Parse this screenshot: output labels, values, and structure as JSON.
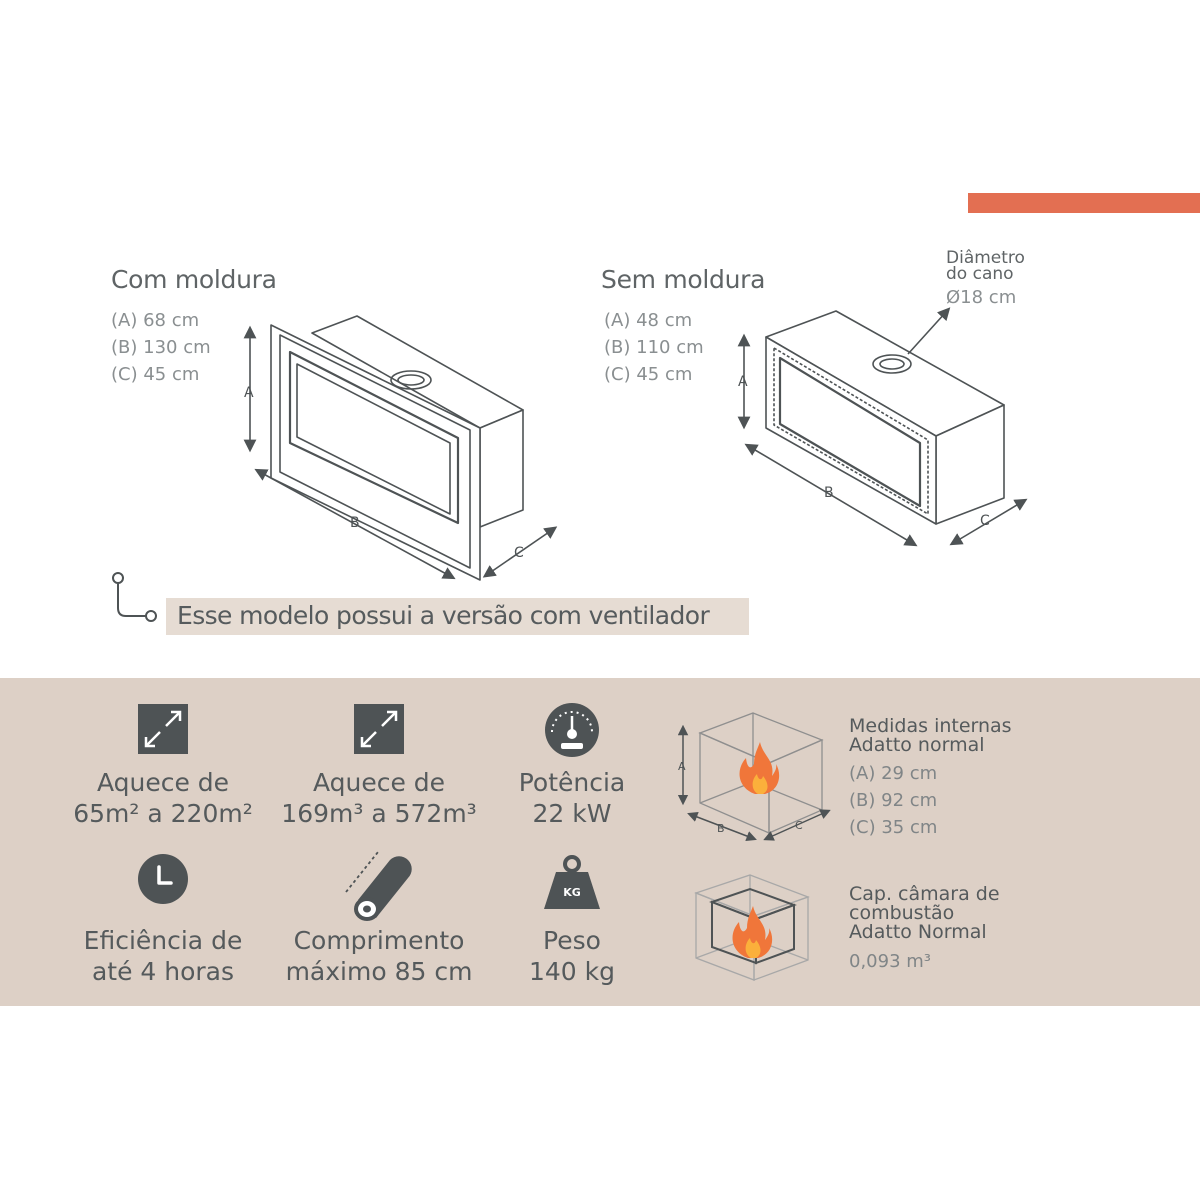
{
  "com_moldura": {
    "title": "Com moldura",
    "dims": [
      "(A) 68 cm",
      "(B) 130 cm",
      "(C) 45 cm"
    ]
  },
  "sem_moldura": {
    "title": "Sem moldura",
    "dims": [
      "(A) 48 cm",
      "(B) 110 cm",
      "(C) 45 cm"
    ]
  },
  "diagram_labels": {
    "a": "A",
    "b": "B",
    "c": "C"
  },
  "pipe": {
    "label_line1": "Diâmetro",
    "label_line2": "do cano",
    "value": "Ø18 cm"
  },
  "note": "Esse modelo possui a versão com ventilador",
  "specs": {
    "heat_area": {
      "line1": "Aquece de",
      "line2": "65m² a 220m²",
      "icon": "expand-icon"
    },
    "heat_volume": {
      "line1": "Aquece de",
      "line2": "169m³ a 572m³",
      "icon": "expand-icon"
    },
    "power": {
      "line1": "Potência",
      "line2": "22 kW",
      "icon": "gauge-icon"
    },
    "efficiency": {
      "line1": "Eficiência de",
      "line2": "até 4 horas",
      "icon": "clock-icon"
    },
    "log_length": {
      "line1": "Comprimento",
      "line2": "máximo 85 cm",
      "icon": "log-icon"
    },
    "weight": {
      "line1": "Peso",
      "line2": "140 kg",
      "icon": "weight-icon",
      "icon_text": "KG"
    }
  },
  "internal_measures": {
    "title_line1": "Medidas internas",
    "title_line2": "Adatto normal",
    "dims": [
      "(A) 29 cm",
      "(B) 92 cm",
      "(C) 35 cm"
    ]
  },
  "combustion_chamber": {
    "title_line1": "Cap. câmara de",
    "title_line2": "combustão",
    "title_line3": "Adatto Normal",
    "value": "0,093 m³"
  },
  "colors": {
    "accent": "#e36f52",
    "band": "#ddd0c6",
    "note_bg": "#e6dcd3",
    "icon": "#4e5355",
    "flame_outer": "#f0763a",
    "flame_inner": "#fbb03b"
  }
}
